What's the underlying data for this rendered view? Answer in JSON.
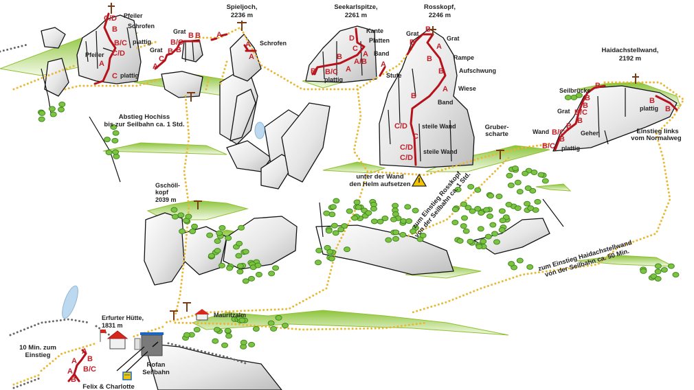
{
  "peaks": {
    "spieljoch": {
      "name": "Spieljoch,",
      "height": "2236 m"
    },
    "seekarlspitze": {
      "name": "Seekarlspitze,",
      "height": "2261 m"
    },
    "rosskopf": {
      "name": "Rosskopf,",
      "height": "2246 m"
    },
    "haidachstellwand": {
      "name": "Haidachstellwand,",
      "height": "2192 m"
    },
    "gschoellkopf": {
      "name1": "Gschöll-",
      "name2": "kopf",
      "height": "2039 m"
    },
    "gruberscharte": {
      "name1": "Gruber-",
      "name2": "scharte"
    }
  },
  "huts": {
    "erfurter": {
      "name": "Erfurter Hütte,",
      "height": "1831 m"
    },
    "mauritzalm": "Mauritzalm",
    "seilbahn": {
      "line1": "Rofan",
      "line2": "Seilbahn"
    }
  },
  "notes": {
    "abstieg": {
      "line1": "Abstieg Hochiss",
      "line2": "bis zur Seilbahn ca. 1 Std."
    },
    "helm": {
      "line1": "unter der Wand",
      "line2": "den Helm aufsetzen"
    },
    "einstieg_rosskopf": {
      "line1": "zum Einstieg Rosskopf",
      "line2": "von der Seilbahn ca. 1 Std."
    },
    "einstieg_haidach": {
      "line1": "zum Einstieg Haidachstellwand",
      "line2": "von der Seilbahn ca. 50 Min."
    },
    "einstieg_links": {
      "line1": "Einstieg links",
      "line2": "vom Normalweg"
    },
    "zehn_min": {
      "line1": "10 Min. zum",
      "line2": "Einstieg"
    },
    "felix": "Felix & Charlotte"
  },
  "features": {
    "pfeiler_wall": [
      "Pfeiler",
      "Schrofen",
      "plattig",
      "Pfeiler",
      "plattig"
    ],
    "grat": [
      "Grat",
      "Grat"
    ],
    "spieljoch": [
      "Schrofen"
    ],
    "seekarl": [
      "Kante",
      "Platten",
      "Band",
      "plattig",
      "Stufe"
    ],
    "rosskopf": [
      "Grat",
      "Grat",
      "Rampe",
      "Aufschwung",
      "Wiese",
      "Band",
      "steile Wand",
      "steile Wand"
    ],
    "haidach": [
      "Seilbrücke",
      "Grat",
      "Wand",
      "plattig",
      "Gehen",
      "plattig"
    ]
  },
  "grades": {
    "pfeiler_wall": [
      "C/D",
      "B",
      "B/C",
      "C/D",
      "A",
      "C"
    ],
    "grat": [
      "B",
      "B",
      "B/C",
      "B",
      "B",
      "C",
      "A",
      "A"
    ],
    "spieljoch": [
      "A",
      "A"
    ],
    "seekarl": [
      "D",
      "C",
      "A",
      "A/B",
      "B",
      "A",
      "B",
      "B/C",
      "A"
    ],
    "rosskopf": [
      "B",
      "B",
      "A",
      "B",
      "B",
      "A",
      "B",
      "C/D",
      "C",
      "C/D",
      "C/D"
    ],
    "haidach": [
      "B",
      "B",
      "B",
      "B/C",
      "B",
      "B",
      "B/C",
      "B",
      "B/C",
      "B",
      "B"
    ],
    "felix": [
      "A",
      "A",
      "B",
      "B/C",
      "A",
      "B"
    ]
  },
  "colors": {
    "route": "#b5121b",
    "trail": "#e9b730",
    "grade": "#c0202a",
    "meadow": "#9ccc3c"
  },
  "icons": [
    "summit-cross-icon",
    "warning-icon",
    "hut-icon",
    "cable-car-icon",
    "flag-icon"
  ]
}
